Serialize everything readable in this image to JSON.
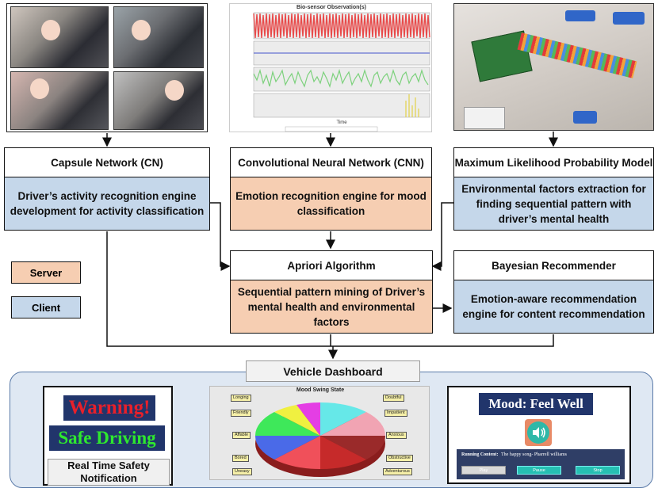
{
  "blocks": {
    "capsule": {
      "title": "Capsule Network (CN)",
      "body": "Driver’s activity recognition engine development for activity classification"
    },
    "cnn": {
      "title": "Convolutional Neural Network (CNN)",
      "body": "Emotion recognition engine for mood classification"
    },
    "mlp": {
      "title": "Maximum Likelihood Probability Model",
      "body": "Environmental factors extraction for finding sequential pattern with driver’s mental health"
    },
    "apriori": {
      "title": "Apriori Algorithm",
      "body": "Sequential pattern mining of Driver’s mental health and environmental factors"
    },
    "bayes": {
      "title": "Bayesian Recommender",
      "body": "Emotion-aware recommendation engine for content recommendation"
    }
  },
  "legend": {
    "server": "Server",
    "client": "Client"
  },
  "sensor_chart": {
    "title": "Bio-sensor Observation(s)",
    "xlabel": "Time"
  },
  "dashboard": {
    "label": "Vehicle Dashboard",
    "warning": "Warning!",
    "safe_driving": "Safe Driving",
    "notification": "Real Time Safety Notification",
    "mood_chart_title": "Mood Swing State",
    "mood_labels": [
      "Longing",
      "Friendly",
      "Affable",
      "Bored",
      "Uneasy",
      "Doubtful",
      "Impatient",
      "Anxious",
      "Obstructive",
      "Adventurous"
    ],
    "mood": "Mood: Feel Well",
    "running_content": "Running Content:",
    "song": "The happy song- Pharrell williams",
    "buttons": [
      "Play",
      "Pause",
      "Stop"
    ]
  },
  "colors": {
    "client": "#c5d7ea",
    "server": "#f6ceb2",
    "warning_red": "#e8202a",
    "safe_green": "#2ee82e",
    "dash_bg": "#dfe8f3"
  }
}
